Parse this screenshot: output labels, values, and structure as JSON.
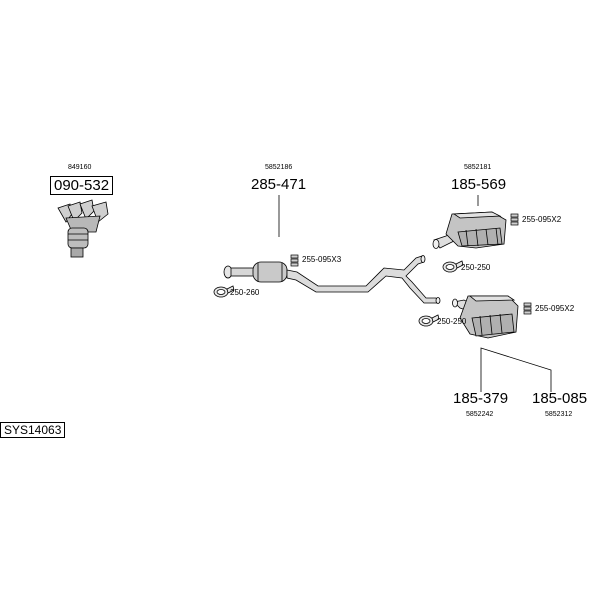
{
  "parts": {
    "manifold": {
      "ref": "849160",
      "part_no": "090-532"
    },
    "front_pipe": {
      "ref": "5852186",
      "part_no": "285-471"
    },
    "rear_box_upper": {
      "ref": "5852181",
      "part_no": "185-569"
    },
    "rear_box_lower_a": {
      "ref": "5852242",
      "part_no": "185-379"
    },
    "rear_box_lower_b": {
      "ref": "5852312",
      "part_no": "185-085"
    }
  },
  "fittings": {
    "clamp_front": "250-260",
    "clamp_upper": "250-250",
    "clamp_lower": "250-250",
    "mount_front": "255-095X3",
    "mount_upper": "255-095X2",
    "mount_lower": "255-095X2"
  },
  "system_code": "SYS14063"
}
